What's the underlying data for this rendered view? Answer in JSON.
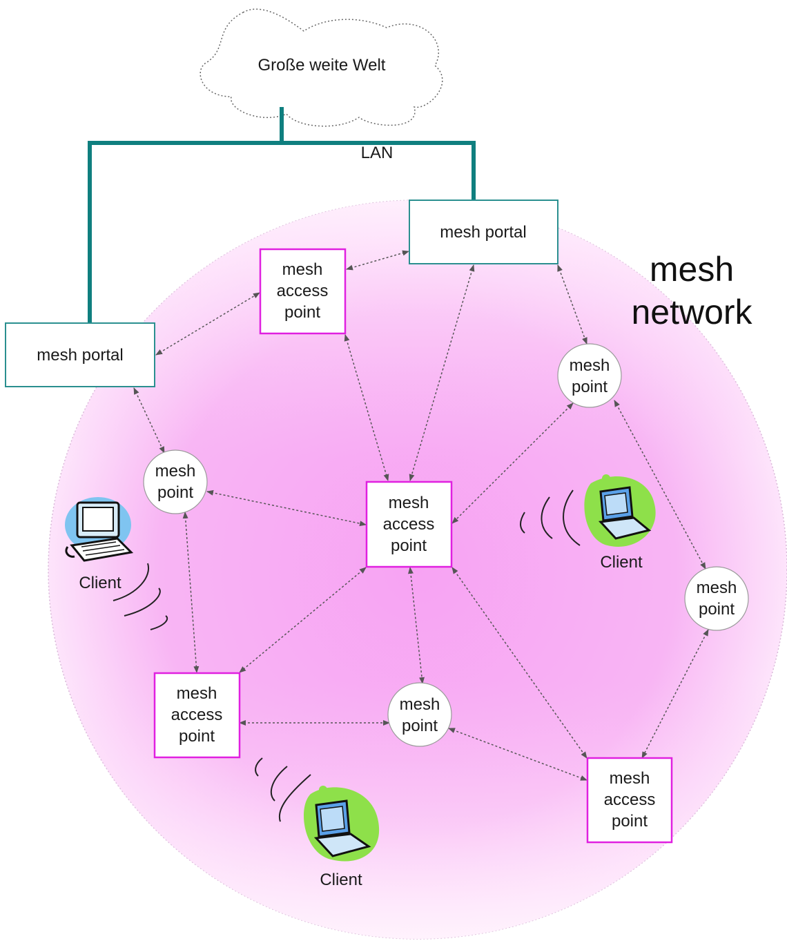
{
  "cloud": {
    "label": "Große weite Welt"
  },
  "lan": {
    "label": "LAN"
  },
  "network": {
    "title_line1": "mesh",
    "title_line2": "network"
  },
  "nodes": {
    "portal_top": {
      "line1": "mesh portal"
    },
    "portal_left": {
      "line1": "mesh portal"
    },
    "map_top": {
      "line1": "mesh",
      "line2": "access",
      "line3": "point"
    },
    "map_center": {
      "line1": "mesh",
      "line2": "access",
      "line3": "point"
    },
    "map_bl": {
      "line1": "mesh",
      "line2": "access",
      "line3": "point"
    },
    "map_br": {
      "line1": "mesh",
      "line2": "access",
      "line3": "point"
    },
    "mp_right_top": {
      "line1": "mesh",
      "line2": "point"
    },
    "mp_left": {
      "line1": "mesh",
      "line2": "point"
    },
    "mp_right": {
      "line1": "mesh",
      "line2": "point"
    },
    "mp_bottom": {
      "line1": "mesh",
      "line2": "point"
    }
  },
  "clients": {
    "desktop_left": {
      "label": "Client"
    },
    "laptop_right": {
      "label": "Client"
    },
    "laptop_bottom": {
      "label": "Client"
    }
  },
  "colors": {
    "lan_line": "#0f7f7f",
    "portal_border": "#2a8f8f",
    "access_point_border": "#e020e0",
    "network_fill": "#f59cf2",
    "link": "#555555",
    "laptop_blob": "#8ee04a"
  }
}
